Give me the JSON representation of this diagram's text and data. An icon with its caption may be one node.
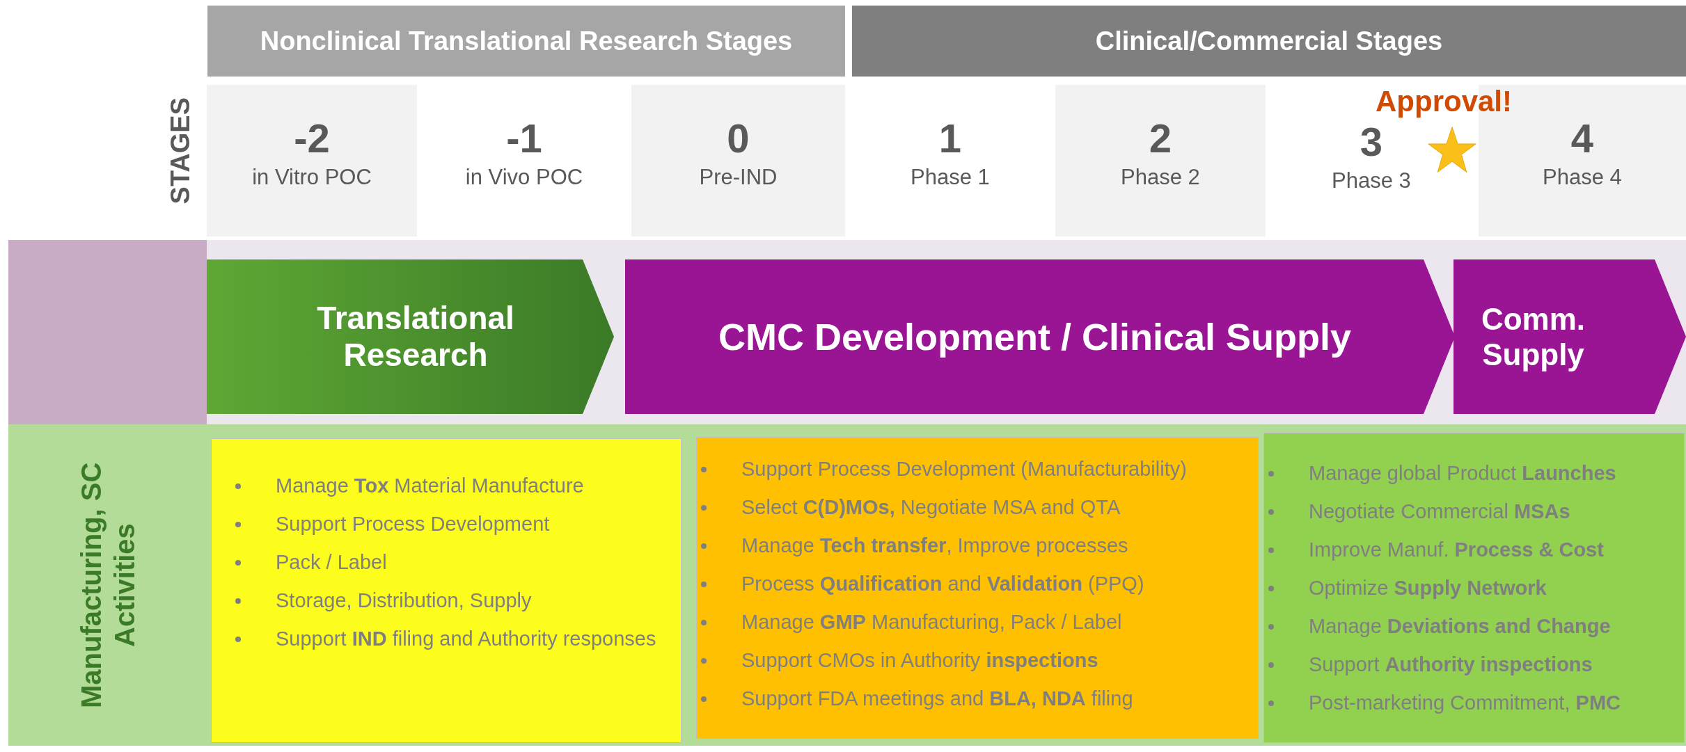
{
  "diagram": {
    "nodes": [
      {
        "text": [
          "Nonclinical Translational Research Stages"
        ]
      },
      {
        "text": [
          "Clinical/Commercial Stages"
        ]
      },
      {
        "text": [
          "-2",
          "in Vitro POC"
        ]
      },
      {
        "text": [
          "-1",
          "in Vivo POC"
        ]
      },
      {
        "text": [
          "0",
          "Pre-IND"
        ]
      },
      {
        "text": [
          "1",
          "Phase 1"
        ]
      },
      {
        "text": [
          "2",
          "Phase 2"
        ]
      },
      {
        "text": [
          "3",
          "Phase 3"
        ]
      },
      {
        "text": [
          "4",
          "Phase 4"
        ]
      },
      {
        "text": [
          "Translational Research"
        ]
      },
      {
        "text": [
          "CMC Development / Clinical Supply"
        ]
      },
      {
        "text": [
          "Comm. Supply"
        ]
      },
      {
        "text": [
          "Manufacturing, SC Activities"
        ]
      },
      {
        "text": [
          "Manage **Tox** Material  Manufacture",
          "Support Process Development",
          "Pack / Label",
          "Storage, Distribution, Supply",
          "Support **IND** filing and Authority responses"
        ]
      },
      {
        "text": [
          "Support Process Development (Manufacturability)",
          "Select **C(D)MOs,** Negotiate MSA and QTA",
          "Manage **Tech transfer**, Improve processes",
          "Process **Qualification** and **Validation** (PPQ)",
          "Manage **GMP** Manufacturing, Pack / Label",
          "Support CMOs in Authority **inspections**",
          "Support FDA meetings and **BLA, NDA** filing"
        ]
      },
      {
        "text": [
          "Manage global Product **Launches**",
          "Negotiate Commercial **MSAs**",
          "Improve Manuf. **Process & Cost**",
          "Optimize **Supply Network**",
          "Manage **Deviations and Change**",
          "Support  **Authority inspections**",
          "Post-marketing Commitment, **PMC**"
        ]
      }
    ],
    "labels": [
      "STAGES",
      "Approval!"
    ]
  }
}
